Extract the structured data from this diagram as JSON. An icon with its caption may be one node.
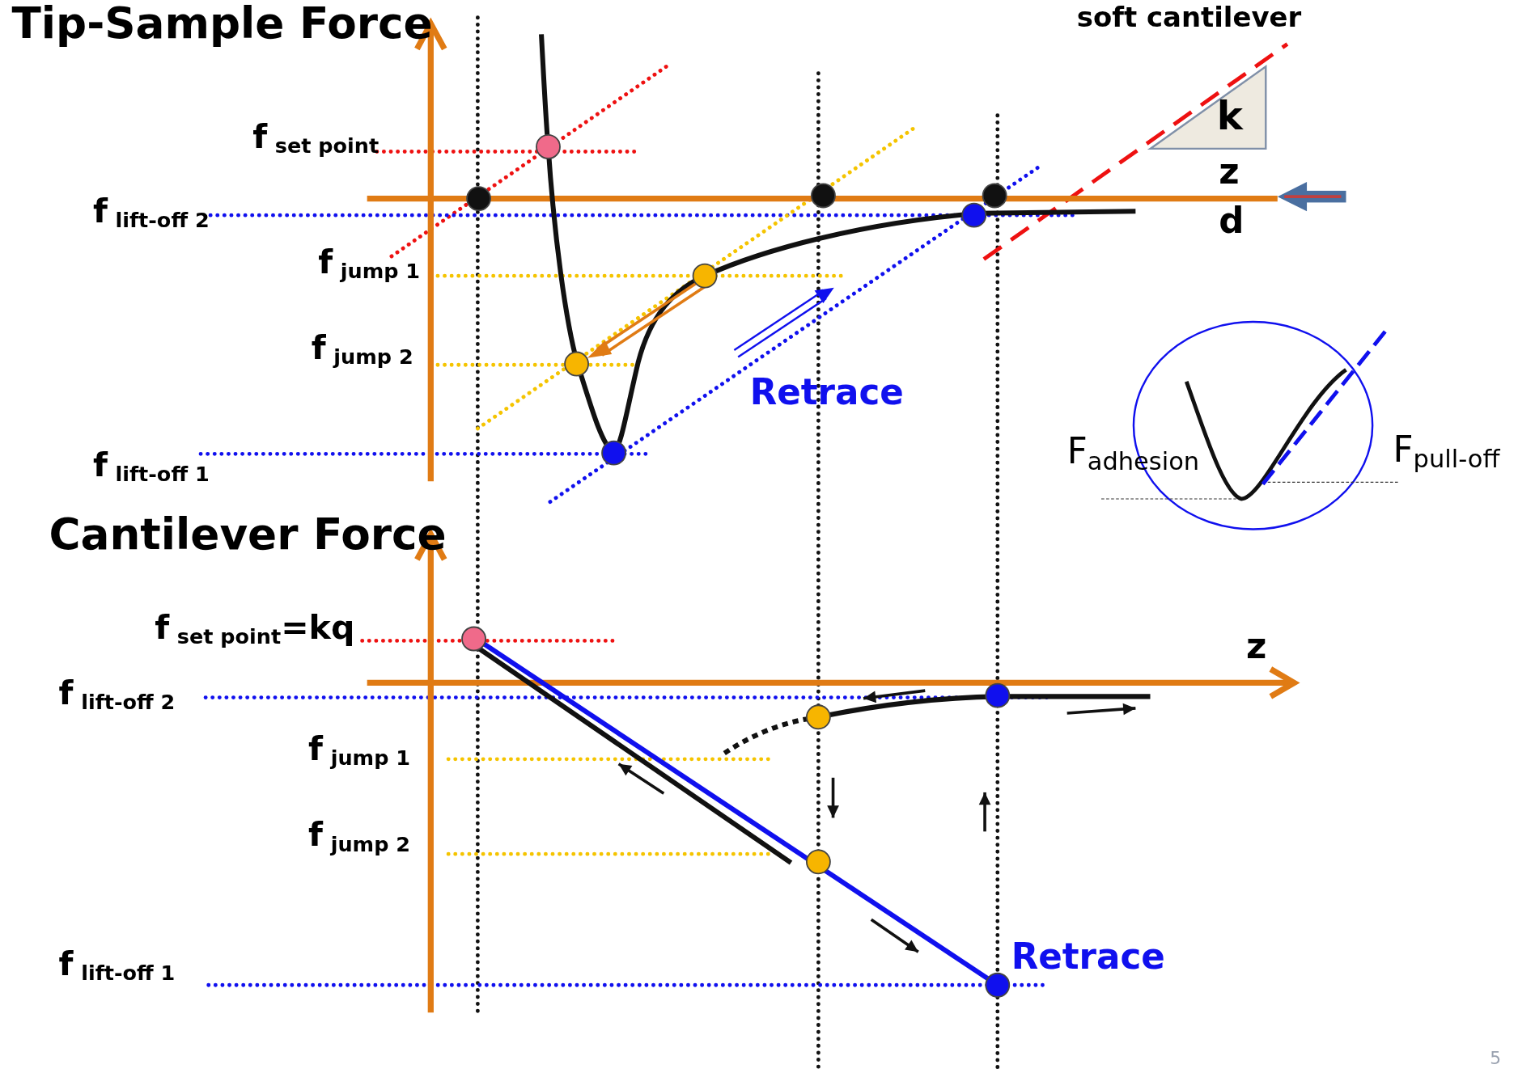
{
  "diagram": {
    "labels": [
      "Tip-Sample Force",
      "soft cantilever",
      "f$_{set point}$",
      "k",
      "z",
      "f$_{lift-off 2}$",
      "d",
      "f$_{jump 1}$",
      "f$_{jump 2}$",
      "Retrace",
      "F$_{adhesion}$",
      "F$_{pull-off}$",
      "f$_{lift-off 1}$",
      "Cantilever Force",
      "f$_{set point}$=kq",
      "z",
      "f$_{lift-off 2}$",
      "f$_{jump 1}$",
      "f$_{jump 2}$",
      "Retrace",
      "f$_{lift-off 1}$",
      "5"
    ]
  }
}
